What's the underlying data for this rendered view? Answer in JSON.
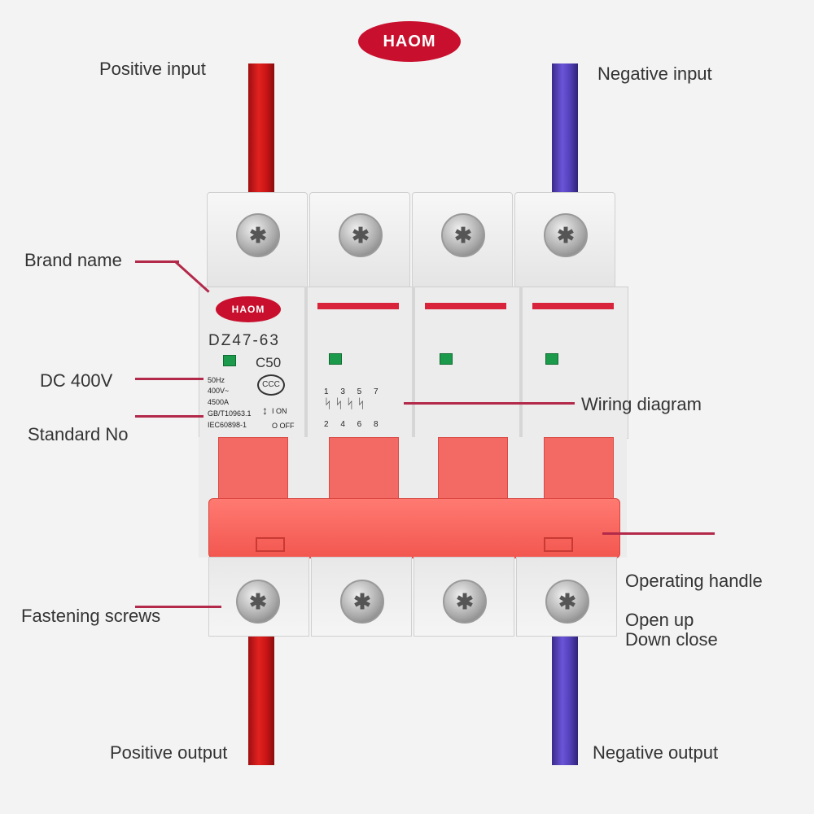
{
  "brand": "HAOM",
  "labels": {
    "positive_input": "Positive input",
    "negative_input": "Negative input",
    "brand_name": "Brand name",
    "dc_voltage": "DC 400V",
    "standard_no": "Standard No",
    "wiring_diagram": "Wiring diagram",
    "operating_handle": "Operating handle",
    "open_up": "Open up",
    "down_close": "Down close",
    "fastening_screws": "Fastening screws",
    "positive_output": "Positive output",
    "negative_output": "Negative output"
  },
  "breaker": {
    "model": "DZ47-63",
    "rating": "C50",
    "spec_lines": [
      "50Hz",
      "400V~",
      "4500A",
      "GB/T10963.1",
      "IEC60898-1"
    ],
    "on_label": "I ON",
    "off_label": "O OFF",
    "wiring_top": "1 3 5 7",
    "wiring_bottom": "2 4 6 8"
  },
  "colors": {
    "accent": "#c8102e",
    "positive_wire": "#e2221f",
    "negative_wire": "#5240b8",
    "handle": "#f2574f",
    "indicator": "#1a9a4a"
  }
}
